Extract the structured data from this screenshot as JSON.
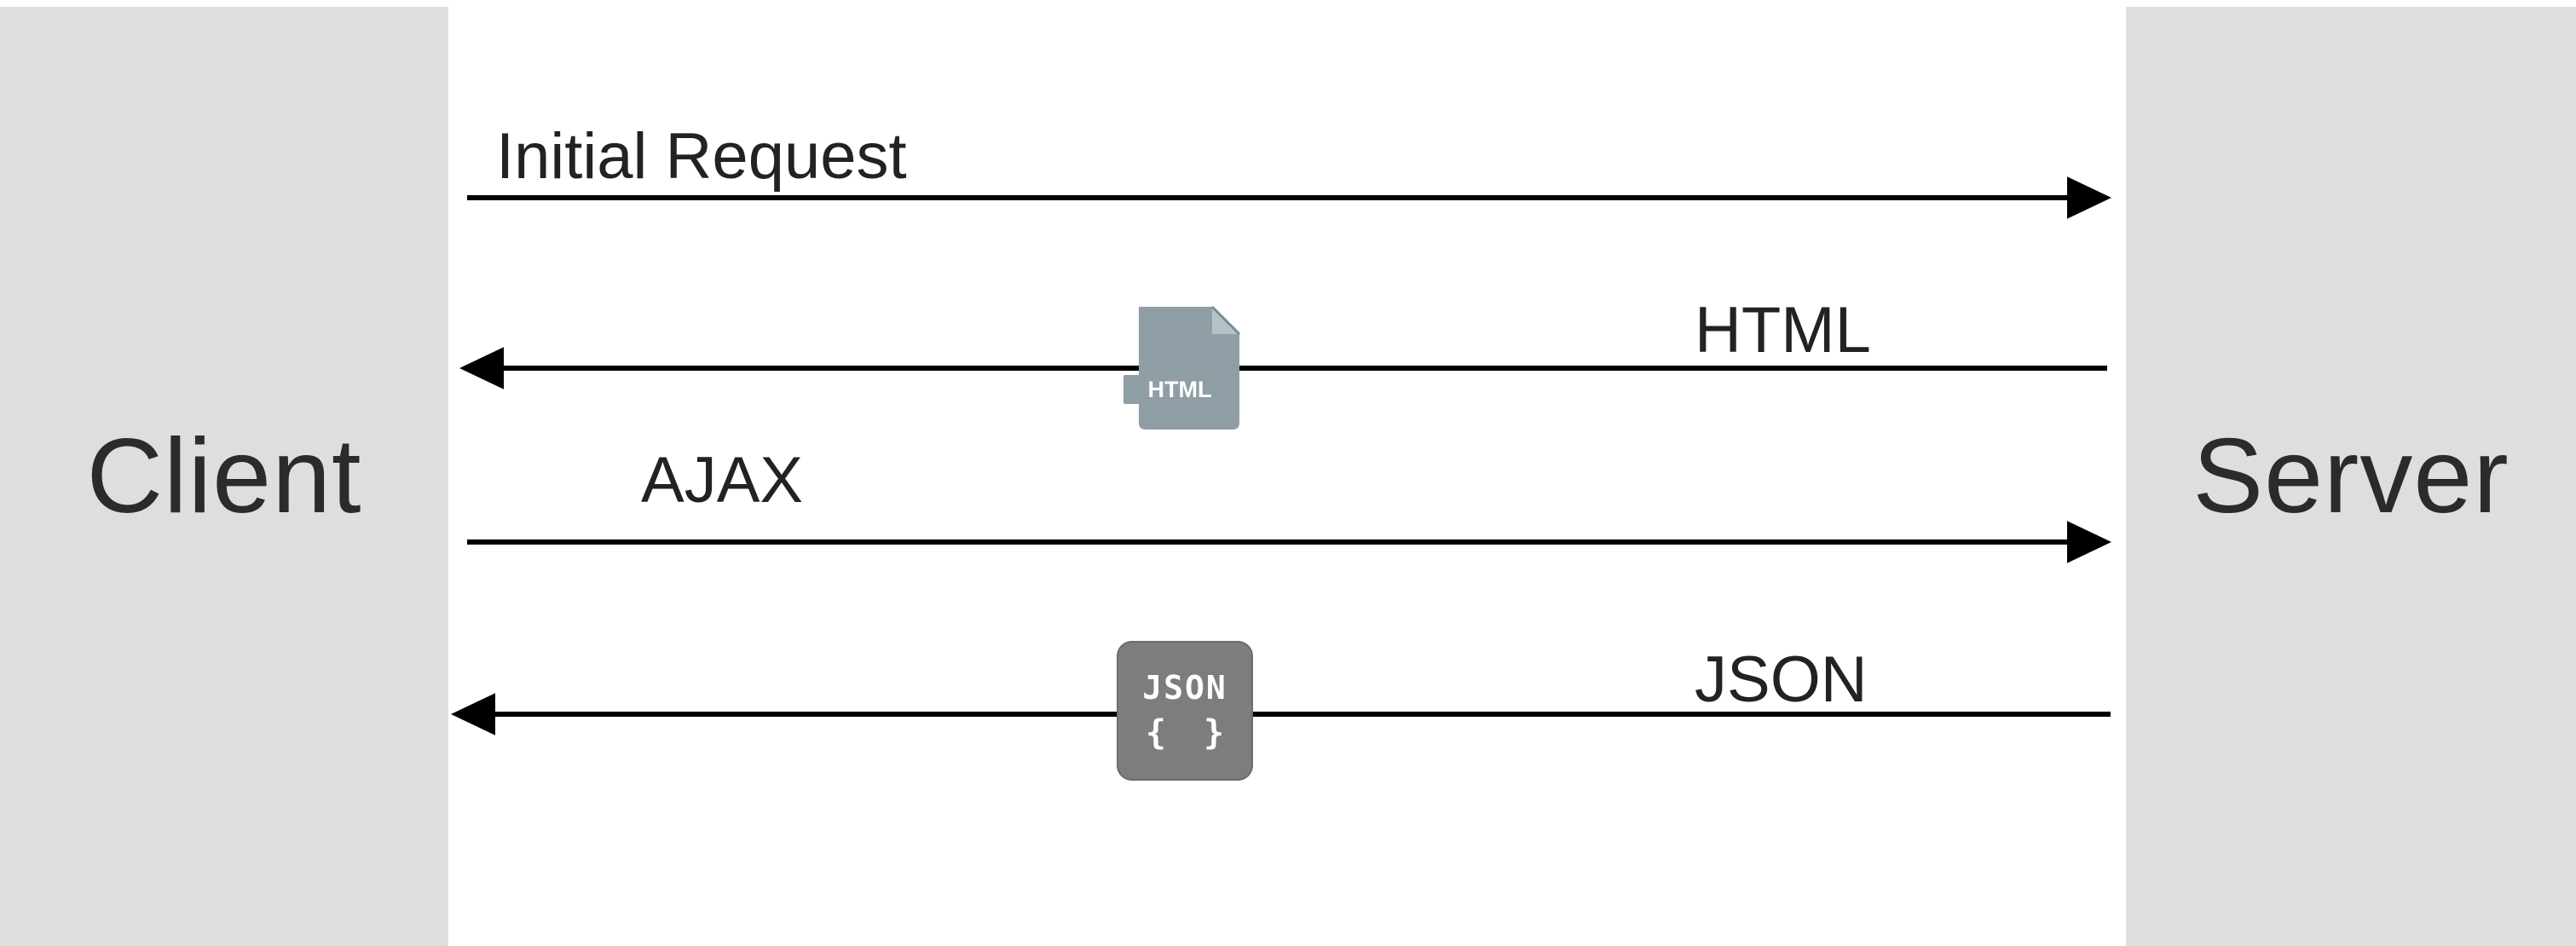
{
  "participants": {
    "client": "Client",
    "server": "Server"
  },
  "messages": [
    {
      "label": "Initial Request",
      "direction": "client-to-server"
    },
    {
      "label": "HTML",
      "direction": "server-to-client",
      "icon": "html-file-icon"
    },
    {
      "label": "AJAX",
      "direction": "client-to-server"
    },
    {
      "label": "JSON",
      "direction": "server-to-client",
      "icon": "json-icon"
    }
  ],
  "icons": {
    "html_text": "HTML",
    "json_top": "JSON",
    "json_bottom": "{ }"
  },
  "colors": {
    "panel": "#dddee0",
    "arrow": "#000000",
    "text": "#222222",
    "html_icon": "#8f9ea5",
    "json_icon": "#7d7d7d"
  }
}
